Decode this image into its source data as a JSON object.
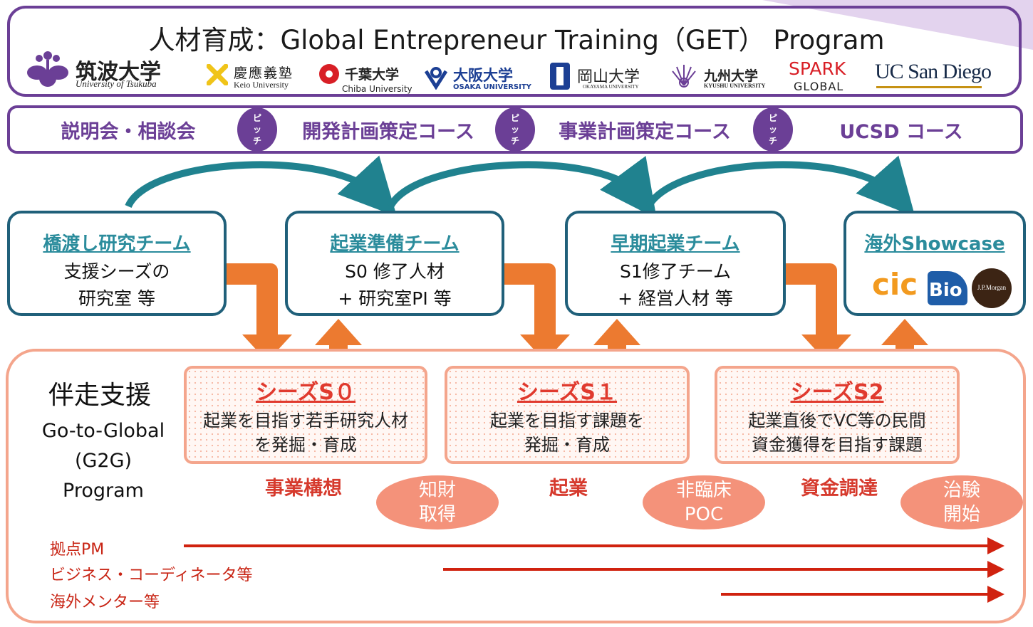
{
  "header": {
    "title": "人材育成：Global Entrepreneur Training（GET） Program",
    "logos": {
      "tsukuba_name": "筑波大学",
      "tsukuba_sub": "University of Tsukuba",
      "keio_name": "慶應義塾",
      "keio_sub": "Keio University",
      "chiba_name": "千葉大学",
      "chiba_sub": "Chiba University",
      "osaka_name": "大阪大学",
      "osaka_sub": "OSAKA UNIVERSITY",
      "okayama_name": "岡山大学",
      "okayama_sub": "OKAYAMA UNIVERSITY",
      "kyushu_name": "九州大学",
      "kyushu_sub": "KYUSHU UNIVERSITY",
      "spark_top": "SPARK",
      "spark_bottom": "GLOBAL",
      "ucsd": "UC San Diego"
    }
  },
  "stages": [
    {
      "label": "説明会・相談会"
    },
    {
      "label": "開発計画策定コース"
    },
    {
      "label": "事業計画策定コース"
    },
    {
      "label": "UCSD コース"
    }
  ],
  "pitch_label": [
    "ピ",
    "ッ",
    "チ"
  ],
  "teams": [
    {
      "title": "橋渡し研究チーム",
      "line1": "支援シーズの",
      "line2": "研究室 等"
    },
    {
      "title": "起業準備チーム",
      "line1": "S0 修了人材",
      "line2": "+ 研究室PI 等"
    },
    {
      "title": "早期起業チーム",
      "line1": "S1修了チーム",
      "line2": "+ 経営人材 等"
    },
    {
      "title": "海外Showcase",
      "logo_cic": "cic",
      "logo_bio": "Bio",
      "logo_jpm": "J.P.Morgan"
    }
  ],
  "support": {
    "title": "伴走支援",
    "program_line1": "Go-to-Global",
    "program_line2": "(G2G)",
    "program_line3": "Program"
  },
  "seeds": [
    {
      "title": "シーズS０",
      "line1": "起業を目指す若手研究人材",
      "line2": "を発掘・育成",
      "phase": "事業構想"
    },
    {
      "title": "シーズS１",
      "line1": "起業を目指す課題を",
      "line2": "発掘・育成",
      "phase": "起業"
    },
    {
      "title": "シーズS2",
      "line1": "起業直後でVC等の民間",
      "line2": "資金獲得を目指す課題",
      "phase": "資金調達"
    }
  ],
  "milestones": [
    {
      "line1": "知財",
      "line2": "取得"
    },
    {
      "line1": "非臨床",
      "line2": "POC"
    },
    {
      "line1": "治験",
      "line2": "開始"
    }
  ],
  "staff": [
    {
      "label": "拠点PM"
    },
    {
      "label": "ビジネス・コーディネータ等"
    },
    {
      "label": "海外メンター等"
    }
  ],
  "colors": {
    "purple": "#6b3f96",
    "teal": "#20607a",
    "orange_arrow": "#ec7a30",
    "salmon": "#f4a58c",
    "red": "#d63a2d"
  }
}
